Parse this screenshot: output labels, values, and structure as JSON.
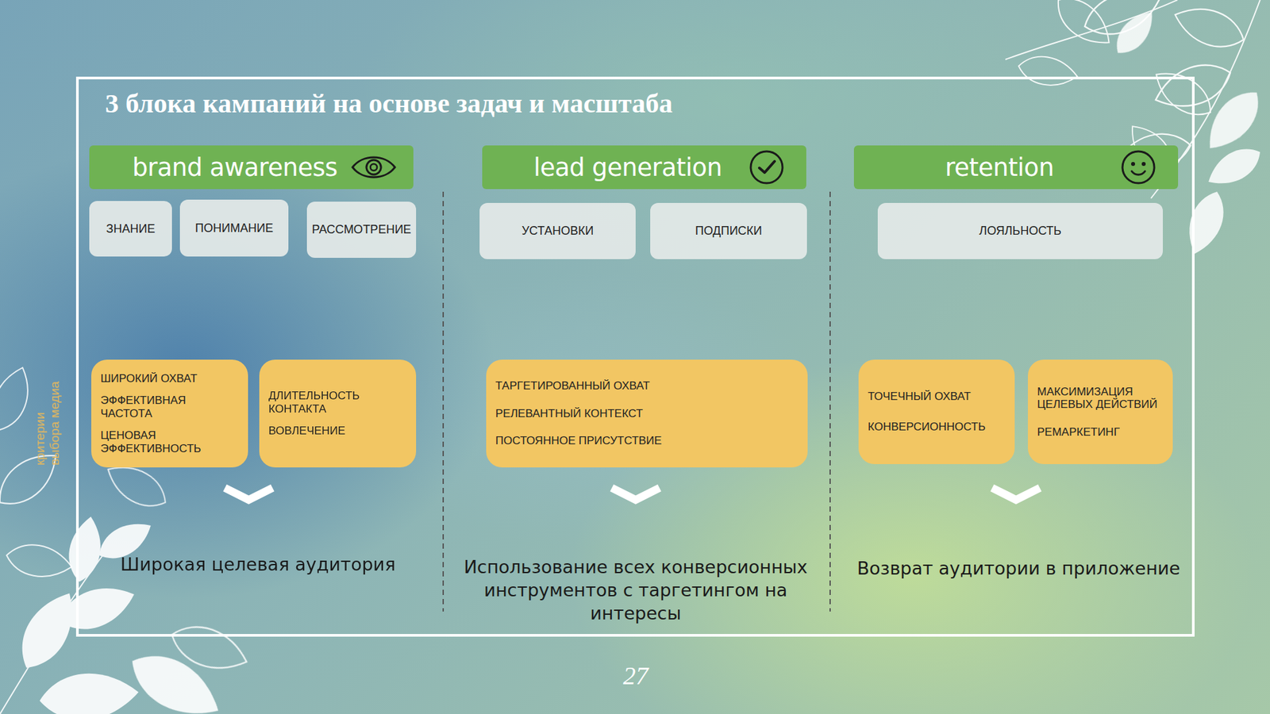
{
  "diagram": {
    "title": "3 блока кампаний на основе задач и масштаба",
    "nodes": [
      {
        "text": [
          "brand awareness"
        ]
      },
      {
        "text": [
          "lead generation"
        ]
      },
      {
        "text": [
          "retention"
        ]
      },
      {
        "text": [
          "ЗНАНИЕ"
        ]
      },
      {
        "text": [
          "ПОНИМАНИЕ"
        ]
      },
      {
        "text": [
          "РАССМОТРЕНИЕ"
        ]
      },
      {
        "text": [
          "УСТАНОВКИ"
        ]
      },
      {
        "text": [
          "ПОДПИСКИ"
        ]
      },
      {
        "text": [
          "ЛОЯЛЬНОСТЬ"
        ]
      },
      {
        "text": [
          "ШИРОКИЙ ОХВАТ",
          "ЭФФЕКТИВНАЯ ЧАСТОТА",
          "ЦЕНОВАЯ ЭФФЕКТИВНОСТЬ"
        ]
      },
      {
        "text": [
          "ДЛИТЕЛЬНОСТЬ КОНТАКТА",
          "ВОВЛЕЧЕНИЕ"
        ]
      },
      {
        "text": [
          "ТАРГЕТИРОВАННЫЙ ОХВАТ",
          "РЕЛЕВАНТНЫЙ КОНТЕКСТ",
          "ПОСТОЯННОЕ ПРИСУТСТВИЕ"
        ]
      },
      {
        "text": [
          "ТОЧЕЧНЫЙ ОХВАТ",
          "КОНВЕРСИОННОСТЬ"
        ]
      },
      {
        "text": [
          "МАКСИМИЗАЦИЯ ЦЕЛЕВЫХ ДЕЙСТВИЙ",
          "РЕМАРКЕТИНГ"
        ]
      }
    ],
    "labels": [
      "критерии выбора медиа",
      "Широкая целевая аудитория",
      "Использование всех конверсионных инструментов с таргетингом на интересы",
      "Возврат аудитории в приложение",
      "27"
    ]
  }
}
